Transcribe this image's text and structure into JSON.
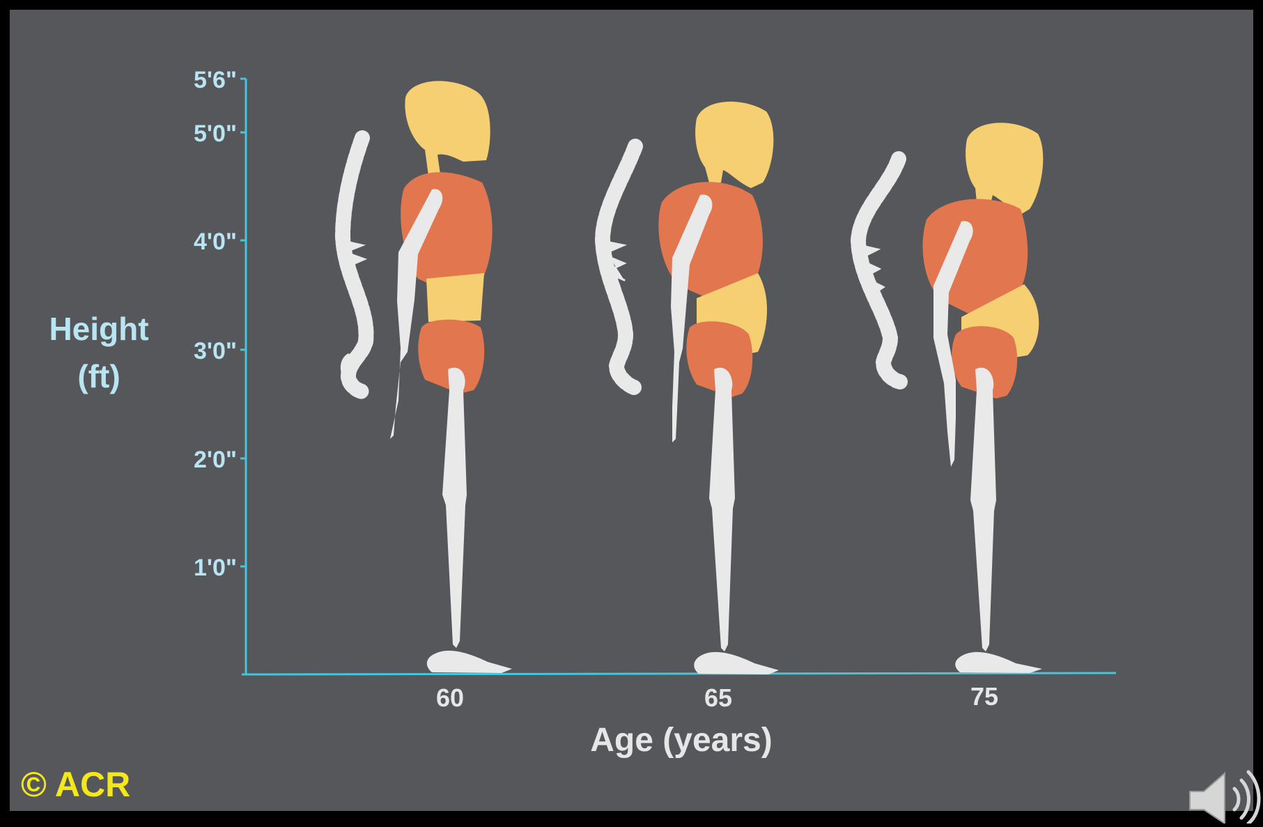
{
  "chart": {
    "y_axis_title": [
      "Height",
      "(ft)"
    ],
    "y_ticks": [
      "5'6\"",
      "5'0\"",
      "4'0\"",
      "3'0\"",
      "2'0\"",
      "1'0\""
    ],
    "x_axis_title": "Age (years)",
    "x_ticks": [
      "60",
      "65",
      "75"
    ],
    "axis_color": "#3fc8e0"
  },
  "figures": [
    {
      "age": "60"
    },
    {
      "age": "65"
    },
    {
      "age": "75"
    }
  ],
  "copyright": "© ACR",
  "colors": {
    "slide_background": "#55575a",
    "frame": "#000000",
    "head_and_abdomen": "#f6cf72",
    "torso_and_pelvis": "#e2764f",
    "bone": "#e9e9e9",
    "copyright_text": "#f4e81a"
  },
  "controls": {
    "audio_icon": "speaker-icon"
  }
}
